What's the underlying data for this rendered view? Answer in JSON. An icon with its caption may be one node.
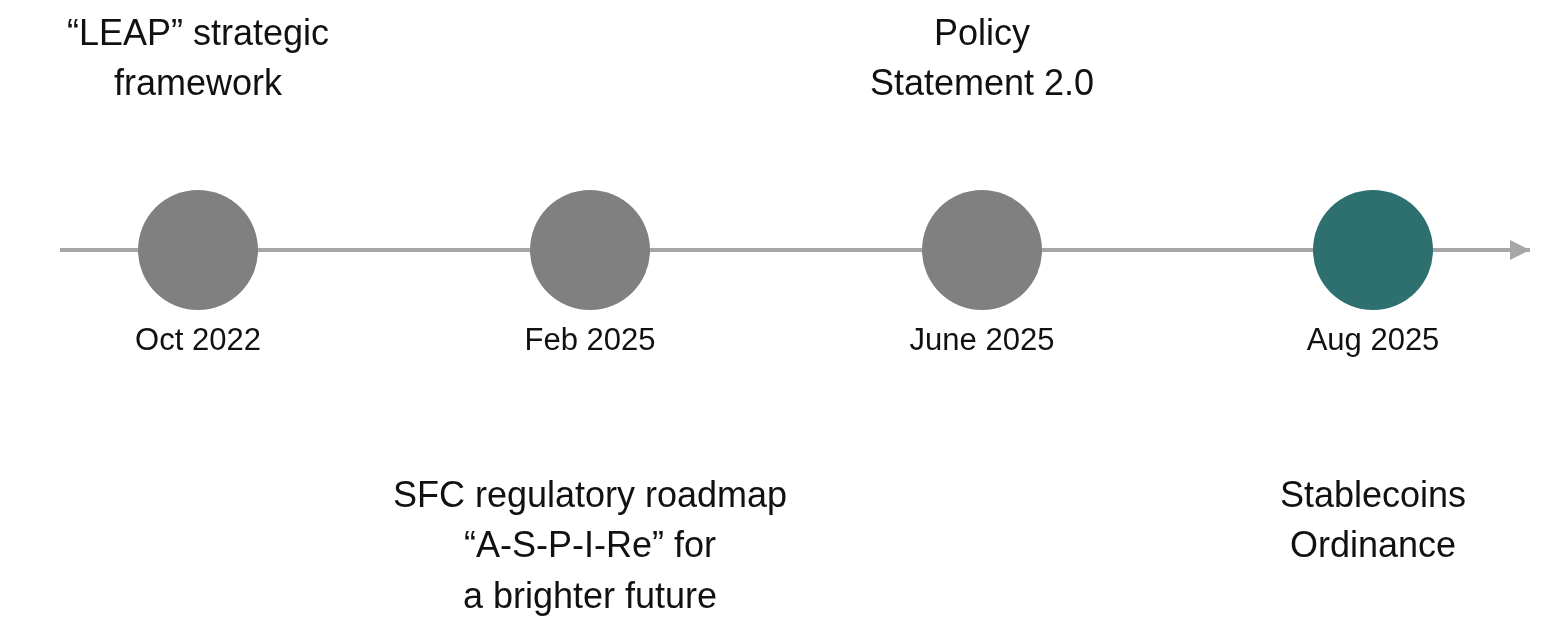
{
  "diagram": {
    "nodes": [
      {
        "text": [],
        "shape": "circle",
        "beside": [
          "“LEAP” strategic framework",
          "Oct 2022"
        ]
      },
      {
        "text": [],
        "shape": "circle",
        "beside": [
          "Feb 2025"
        ]
      },
      {
        "text": [],
        "shape": "circle",
        "beside": [
          "Policy Statement 2.0",
          "June 2025"
        ]
      },
      {
        "text": [],
        "shape": "circle",
        "beside": [
          "Aug 2025"
        ]
      }
    ],
    "edges": [
      {
        "from": null,
        "to": 0,
        "arrow": "none"
      },
      {
        "from": 0,
        "to": 1,
        "arrow": "none"
      },
      {
        "from": 1,
        "to": 2,
        "arrow": "none"
      },
      {
        "from": 2,
        "to": 3,
        "arrow": "none"
      },
      {
        "from": 3,
        "to": null,
        "arrow": "to"
      }
    ],
    "labels": [
      "SFC regulatory roadmap “A-S-P-I-Re” for a brighter future",
      "Stablecoins Ordinance"
    ]
  }
}
